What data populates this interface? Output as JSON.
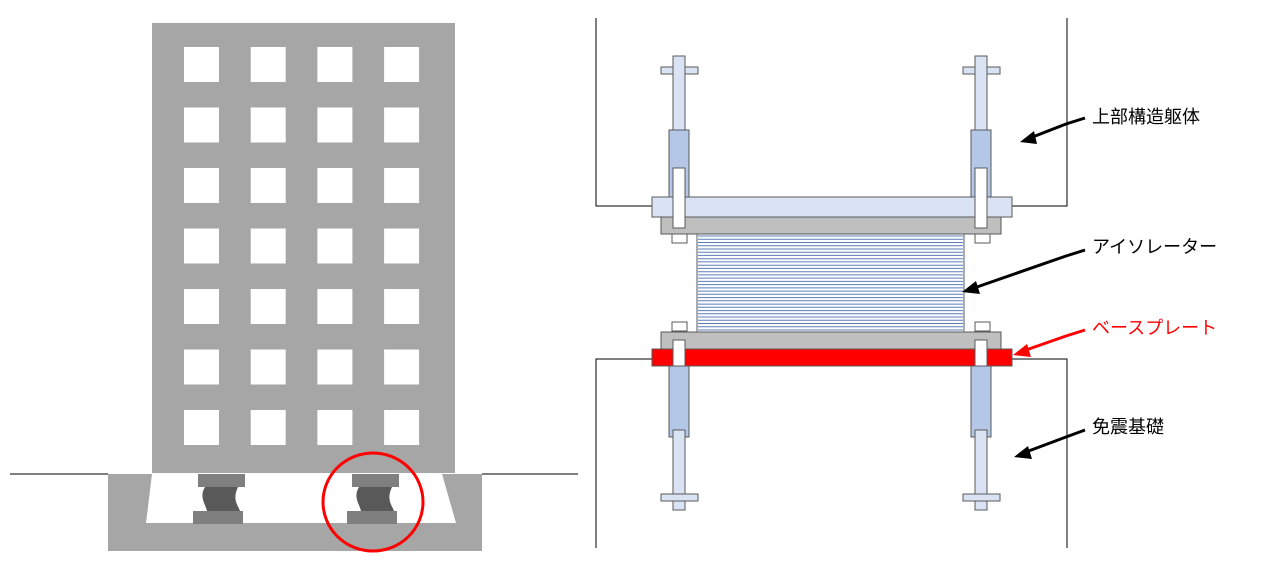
{
  "labels": {
    "superstructure": "上部構造躯体",
    "isolator": "アイソレーター",
    "base_plate": "ベースプレート",
    "foundation": "免震基礎"
  },
  "colors": {
    "building": "#a6a6a6",
    "isolator_rubber": "#595959",
    "plate_light_blue": "#dae3f3",
    "plate_gray": "#bfbfbf",
    "bolt_blue": "#b4c7e7",
    "highlight_red": "#ff0000",
    "label_black": "#000000",
    "layer_line_blue": "#5b7db8"
  },
  "building": {
    "window_rows": 7,
    "window_cols": 4
  },
  "isolator": {
    "rubber_layers": 30
  }
}
